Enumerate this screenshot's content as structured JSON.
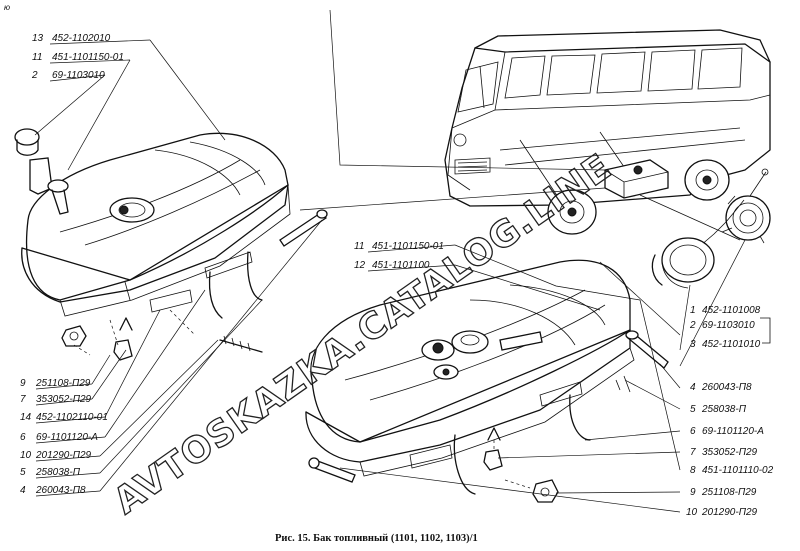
{
  "corner_mark": "ю",
  "caption": "Рис. 15. Бак топливный (1101, 1102, 1103)/1",
  "watermark": "AVTOSKAZKA.CATALOG.LINE",
  "left_labels": [
    {
      "num": "13",
      "part": "452-1102010"
    },
    {
      "num": "11",
      "part": "451-1101150-01"
    },
    {
      "num": "2",
      "part": "69-1103010"
    },
    {
      "num": "9",
      "part": "251108-П29"
    },
    {
      "num": "7",
      "part": "353052-П29"
    },
    {
      "num": "14",
      "part": "452-1102110-01"
    },
    {
      "num": "6",
      "part": "69-1101120-А"
    },
    {
      "num": "10",
      "part": "201290-П29"
    },
    {
      "num": "5",
      "part": "258038-П"
    },
    {
      "num": "4",
      "part": "260043-П8"
    }
  ],
  "center_labels": [
    {
      "num": "11",
      "part": "451-1101150-01"
    },
    {
      "num": "12",
      "part": "451-1101100"
    }
  ],
  "right_labels": [
    {
      "num": "1",
      "part": "452-1101008"
    },
    {
      "num": "2",
      "part": "69-1103010"
    },
    {
      "num": "3",
      "part": "452-1101010"
    },
    {
      "num": "4",
      "part": "260043-П8"
    },
    {
      "num": "5",
      "part": "258038-П"
    },
    {
      "num": "6",
      "part": "69-1101120-А"
    },
    {
      "num": "7",
      "part": "353052-П29"
    },
    {
      "num": "8",
      "part": "451-1101110-02"
    },
    {
      "num": "9",
      "part": "251108-П29"
    },
    {
      "num": "10",
      "part": "201290-П29"
    }
  ]
}
